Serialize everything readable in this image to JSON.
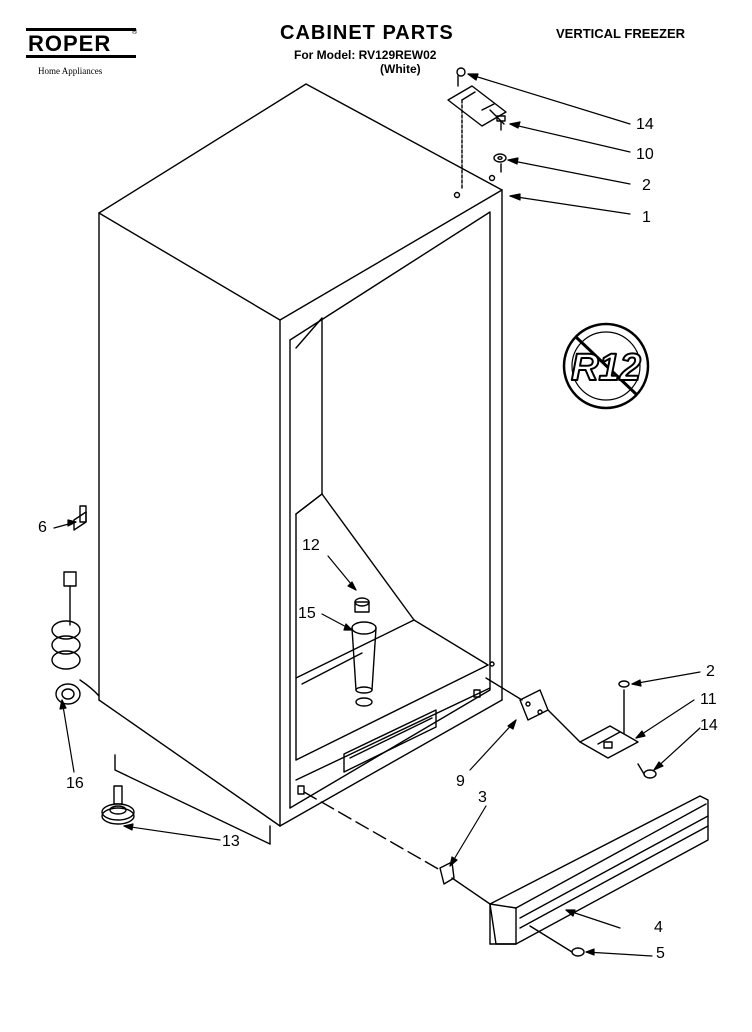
{
  "header": {
    "brand": "ROPER",
    "brand_tm": "®",
    "brand_tagline": "Home Appliances",
    "title": "CABINET PARTS",
    "model_line": "For Model: RV129REW02",
    "color_line": "(White)",
    "category": "VERTICAL FREEZER"
  },
  "symbols": {
    "no_r12_icon": "no-r12-icon",
    "no_r12_text": "R12"
  },
  "callouts": [
    {
      "id": "c14a",
      "label": "14"
    },
    {
      "id": "c10",
      "label": "10"
    },
    {
      "id": "c2a",
      "label": "2"
    },
    {
      "id": "c1",
      "label": "1"
    },
    {
      "id": "c6",
      "label": "6"
    },
    {
      "id": "c12",
      "label": "12"
    },
    {
      "id": "c15",
      "label": "15"
    },
    {
      "id": "c2b",
      "label": "2"
    },
    {
      "id": "c11",
      "label": "11"
    },
    {
      "id": "c14b",
      "label": "14"
    },
    {
      "id": "c9",
      "label": "9"
    },
    {
      "id": "c3",
      "label": "3"
    },
    {
      "id": "c16",
      "label": "16"
    },
    {
      "id": "c13",
      "label": "13"
    },
    {
      "id": "c4",
      "label": "4"
    },
    {
      "id": "c5",
      "label": "5"
    }
  ]
}
